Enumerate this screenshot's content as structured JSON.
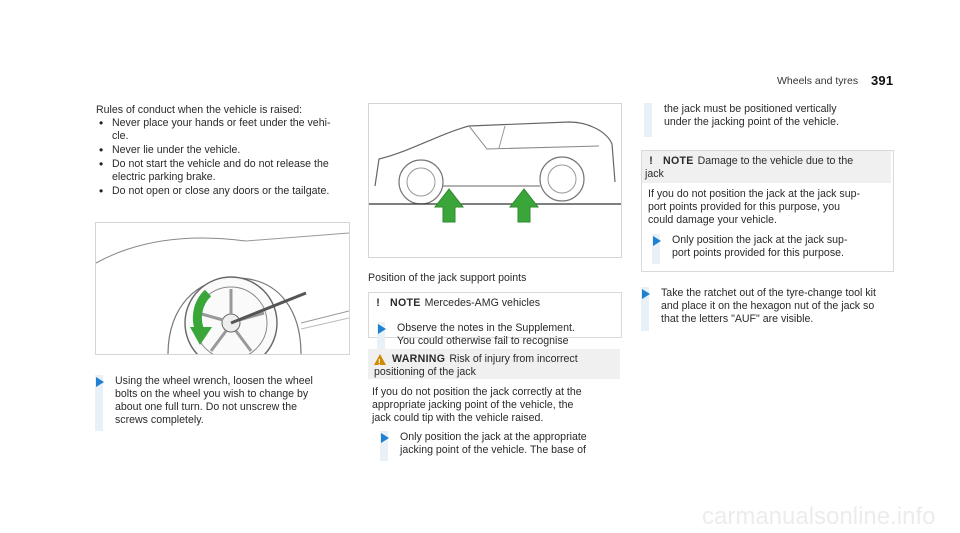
{
  "header": {
    "title": "Wheels and tyres",
    "page": "391"
  },
  "col1": {
    "rules_title": "Rules of conduct when the vehicle is raised:",
    "rules": [
      "Never place your hands or feet under the vehi-\ncle.",
      "Never lie under the vehicle.",
      "Do not start the vehicle and do not release the\nelectric parking brake.",
      "Do not open or close any doors or the tailgate."
    ],
    "step": "Using the wheel wrench, loosen the wheel\nbolts on the wheel you wish to change by\nabout one full turn. Do not unscrew the\nscrews completely."
  },
  "col2": {
    "caption": "Position of the jack support points",
    "note1": {
      "label": "NOTE",
      "title": "Mercedes-AMG vehicles",
      "step": "Observe the notes in the Supplement.\nYou could otherwise fail to recognise\ndangers."
    },
    "warning": {
      "label": "WARNING",
      "title": "Risk of injury from incorrect\npositioning of the jack",
      "body": "If you do not position the jack correctly at the\nappropriate jacking point of the vehicle, the\njack could tip with the vehicle raised.",
      "step": "Only position the jack at the appropriate\njacking point of the vehicle. The base of"
    }
  },
  "col3": {
    "cont": "the jack must be positioned vertically\nunder the jacking point of the vehicle.",
    "note2": {
      "label": "NOTE",
      "title": "Damage to the vehicle due to the\njack",
      "body": "If you do not position the jack at the jack sup-\nport points provided for this purpose, you\ncould damage your vehicle.",
      "step": "Only position the jack at the jack sup-\nport points provided for this purpose."
    },
    "step": "Take the ratchet out of the tyre-change tool kit\nand place it on the hexagon nut of the jack so\nthat the letters \"AUF\" are visible."
  },
  "footer": {
    "watermark": "carmanualsonline.info"
  },
  "colors": {
    "accent": "#1f7fd0",
    "green_arrow": "#3aa63a",
    "warning": "#d08a00"
  }
}
